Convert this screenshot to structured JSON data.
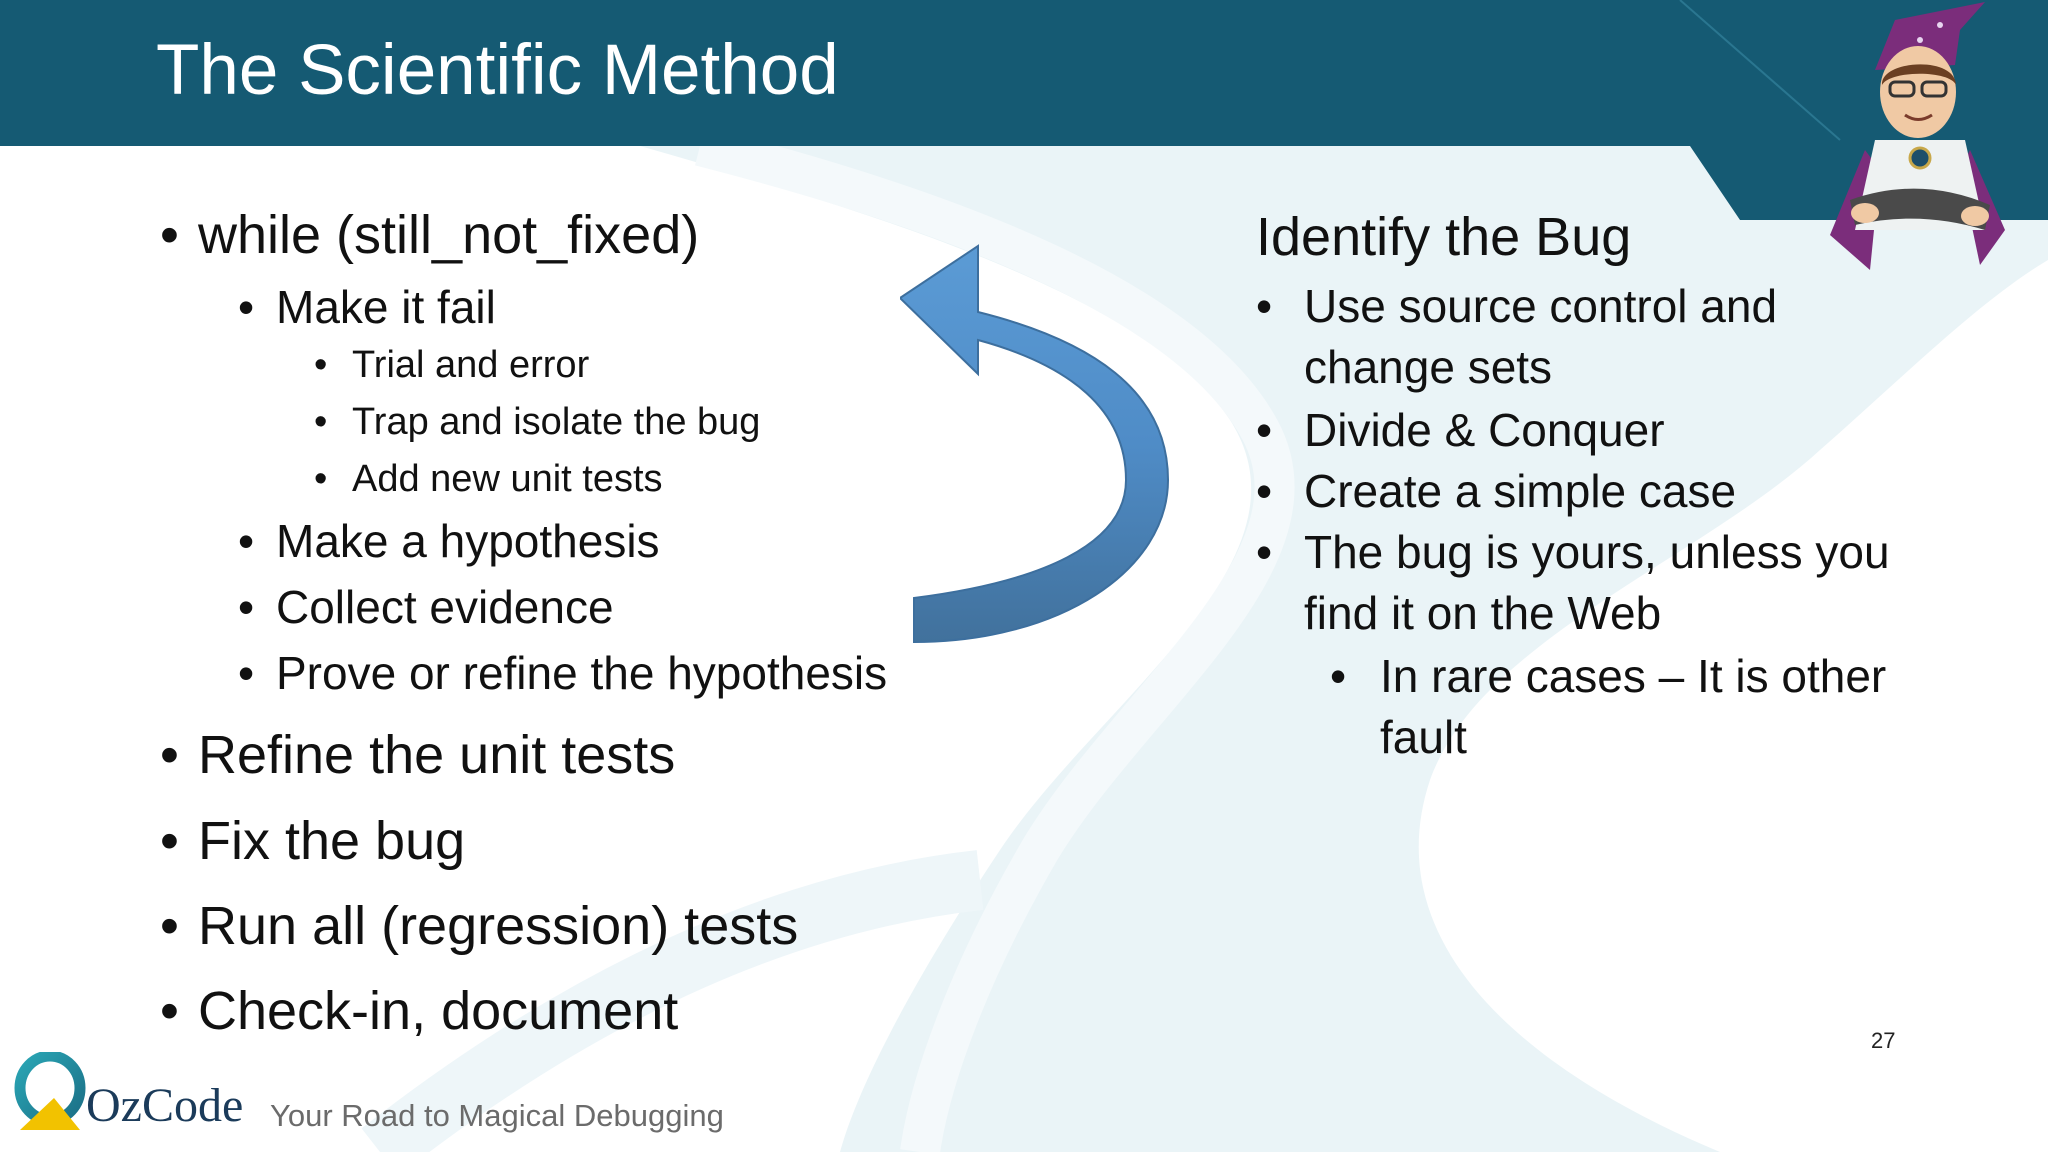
{
  "slide": {
    "title": "The Scientific Method",
    "page_number": "27"
  },
  "left_list": {
    "bullet_glyph": "•",
    "items": [
      {
        "level": 1,
        "text": "while (still_not_fixed)"
      },
      {
        "level": 2,
        "text": "Make it fail"
      },
      {
        "level": 3,
        "text": "Trial and error"
      },
      {
        "level": 3,
        "text": "Trap and isolate the bug"
      },
      {
        "level": 3,
        "text": "Add new unit tests"
      },
      {
        "level": 2,
        "text": "Make a hypothesis"
      },
      {
        "level": 2,
        "text": "Collect evidence"
      },
      {
        "level": 2,
        "text": "Prove or refine the hypothesis"
      },
      {
        "level": 1,
        "text": "Refine the unit tests"
      },
      {
        "level": 1,
        "text": "Fix the bug"
      },
      {
        "level": 1,
        "text": "Run all (regression) tests"
      },
      {
        "level": 1,
        "text": "Check-in, document"
      }
    ]
  },
  "right_panel": {
    "heading": "Identify the Bug",
    "items": [
      {
        "level": 1,
        "text": "Use source control and change sets"
      },
      {
        "level": 1,
        "text": "Divide & Conquer"
      },
      {
        "level": 1,
        "text": "Create a simple case"
      },
      {
        "level": 1,
        "text": "The bug is yours, unless you find it on the Web"
      },
      {
        "level": 2,
        "text": "In rare cases – It is other fault"
      }
    ]
  },
  "footer": {
    "logo_text": "OzCode",
    "tagline": "Your Road to Magical Debugging"
  },
  "colors": {
    "title_bar": "#155a73",
    "arrow_light": "#5b9bd5",
    "arrow_dark": "#41719c",
    "swoosh": "#e6f2f6"
  },
  "icons": {
    "arrow": "curved-loop-arrow-icon",
    "mascot": "wizard-mascot-icon",
    "logo": "ozcode-logo-icon"
  }
}
